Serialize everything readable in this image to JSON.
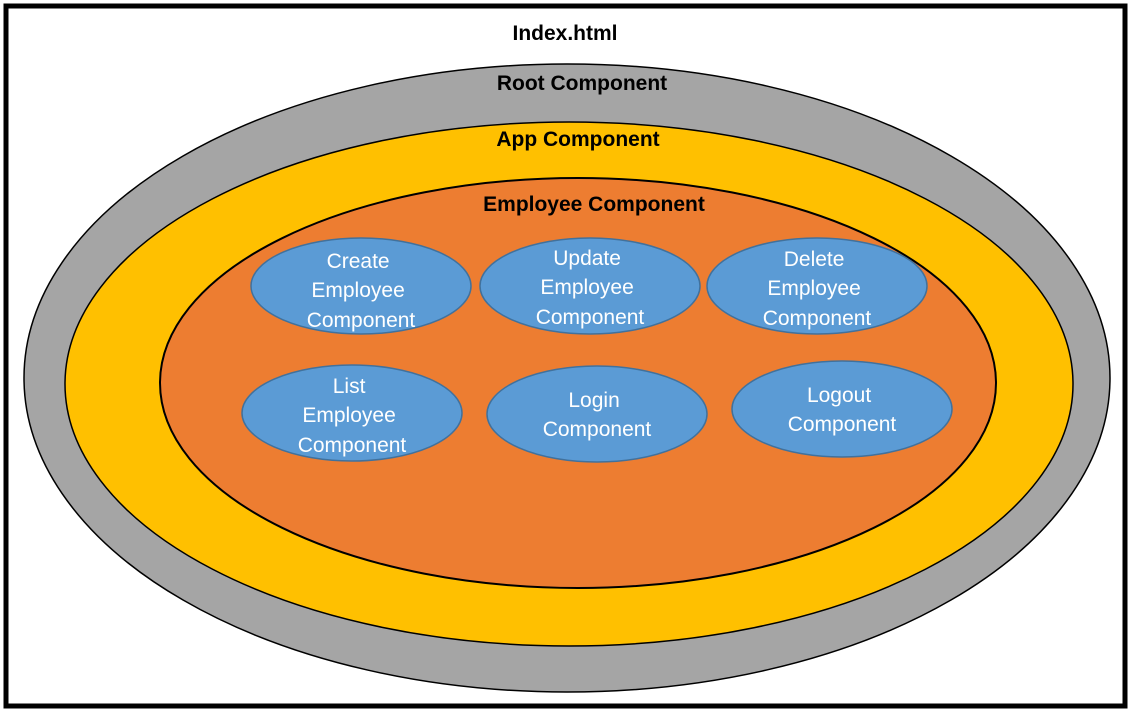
{
  "frame": {
    "title": "Index.html"
  },
  "layers": [
    {
      "id": "root",
      "title": "Root Component",
      "fill": "#a5a5a5",
      "stroke": "#000000"
    },
    {
      "id": "app",
      "title": "App Component",
      "fill": "#ffc000",
      "stroke": "#000000"
    },
    {
      "id": "employee",
      "title": "Employee Component",
      "fill": "#ed7d31",
      "stroke": "#000000"
    }
  ],
  "components": [
    {
      "id": "create",
      "lines": [
        "Create",
        "Employee",
        "Component"
      ]
    },
    {
      "id": "update",
      "lines": [
        "Update",
        "Employee",
        "Component"
      ]
    },
    {
      "id": "delete",
      "lines": [
        "Delete",
        "Employee",
        "Component"
      ]
    },
    {
      "id": "list",
      "lines": [
        "List",
        "Employee",
        "Component"
      ]
    },
    {
      "id": "login",
      "lines": [
        "Login",
        "Component"
      ]
    },
    {
      "id": "logout",
      "lines": [
        "Logout",
        "Component"
      ]
    }
  ],
  "colors": {
    "component_fill": "#5b9bd5",
    "component_stroke": "#41719c",
    "component_text": "#ffffff",
    "frame_border": "#000000"
  }
}
